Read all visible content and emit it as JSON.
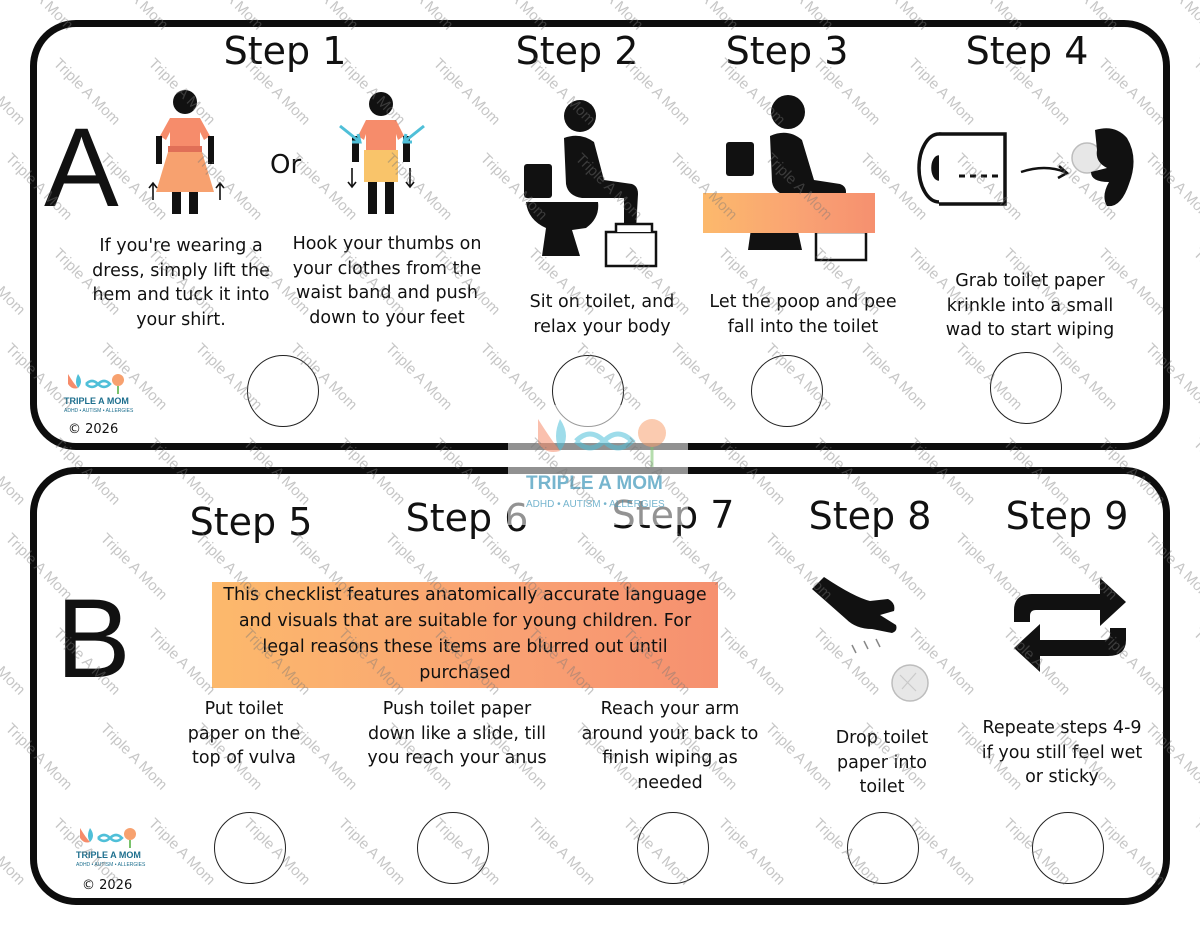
{
  "watermark": "Triple A Mom",
  "logo": {
    "name": "TRIPLE A MOM",
    "tagline": "ADHD • AUTISM • ALLERGIES"
  },
  "copyright": "© 2026",
  "colors": {
    "skin": "#f68c6b",
    "skirt": "#f7a16f",
    "shorts": "#f9c46a",
    "arrow": "#4fbfd8",
    "gradient_start": "#fcb96c",
    "gradient_end": "#f6906f"
  },
  "panel_a": {
    "letter": "A",
    "or_text": "Or",
    "steps": [
      {
        "title": "Step 1",
        "captions": [
          "If you're wearing a dress, simply lift the hem and tuck it into your shirt.",
          "Hook your thumbs on your clothes from the waist band and push down to your feet"
        ],
        "icons": [
          "dress-figure-icon",
          "shorts-figure-icon"
        ]
      },
      {
        "title": "Step 2",
        "caption": "Sit on toilet, and relax your body",
        "icon": "sitting-toilet-icon"
      },
      {
        "title": "Step 3",
        "caption": "Let the poop and pee fall into the toilet",
        "icon": "sitting-toilet-icon"
      },
      {
        "title": "Step 4",
        "caption": "Grab toilet paper krinkle into a small wad to start wiping",
        "icon": "toilet-paper-roll-icon"
      }
    ]
  },
  "panel_b": {
    "letter": "B",
    "notice": "This checklist features anatomically accurate language and visuals that are suitable for young children. For legal reasons these items are blurred out until purchased",
    "steps": [
      {
        "title": "Step 5",
        "caption": "Put toilet paper on the top of vulva"
      },
      {
        "title": "Step 6",
        "caption": "Push toilet paper down like a slide, till you reach your anus"
      },
      {
        "title": "Step 7",
        "caption": "Reach your arm around your back to finish wiping as needed"
      },
      {
        "title": "Step 8",
        "caption": "Drop toilet paper into toilet",
        "icon": "hand-drop-paper-icon"
      },
      {
        "title": "Step 9",
        "caption": "Repeate steps 4-9 if you still feel wet or sticky",
        "icon": "repeat-arrows-icon"
      }
    ]
  }
}
